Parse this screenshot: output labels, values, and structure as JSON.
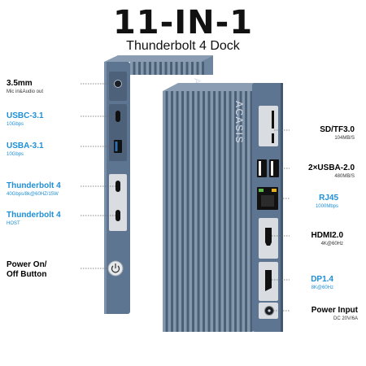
{
  "header": {
    "title": "11-IN-1",
    "subtitle": "Thunderbolt 4 Dock"
  },
  "brand": "ACASIS",
  "colors": {
    "body": "#5d7590",
    "body_dark": "#3e5068",
    "fin_light": "#8397ad",
    "accent_blue": "#1e8fd6",
    "rj45_green": "#5fb84a",
    "text": "#111111"
  },
  "left_ports": [
    {
      "title": "3.5mm",
      "sub": "Mic in&Audio out",
      "style": "black"
    },
    {
      "title": "USBC-3.1",
      "sub": "10Gbps",
      "style": "blue"
    },
    {
      "title": "USBA-3.1",
      "sub": "10Gbps",
      "style": "blue"
    },
    {
      "title": "Thunderbolt 4",
      "sub": "40Gbps/8k@60HZ/15W",
      "style": "blue"
    },
    {
      "title": "Thunderbolt 4",
      "sub": "HOST",
      "style": "blue"
    },
    {
      "title": "Power On/",
      "sub": "Off Button",
      "style": "black"
    }
  ],
  "right_ports": [
    {
      "title": "SD/TF3.0",
      "sub": "104MB/S",
      "style": "black"
    },
    {
      "title": "2×USBA-2.0",
      "sub": "480MB/S",
      "style": "black"
    },
    {
      "title": "RJ45",
      "sub": "1000Mbps",
      "style": "blue"
    },
    {
      "title": "HDMI2.0",
      "sub": "4K@60Hz",
      "style": "black"
    },
    {
      "title": "DP1.4",
      "sub": "8K@60Hz",
      "style": "blue"
    },
    {
      "title": "Power Input",
      "sub": "DC 20V/6A",
      "style": "black"
    }
  ]
}
